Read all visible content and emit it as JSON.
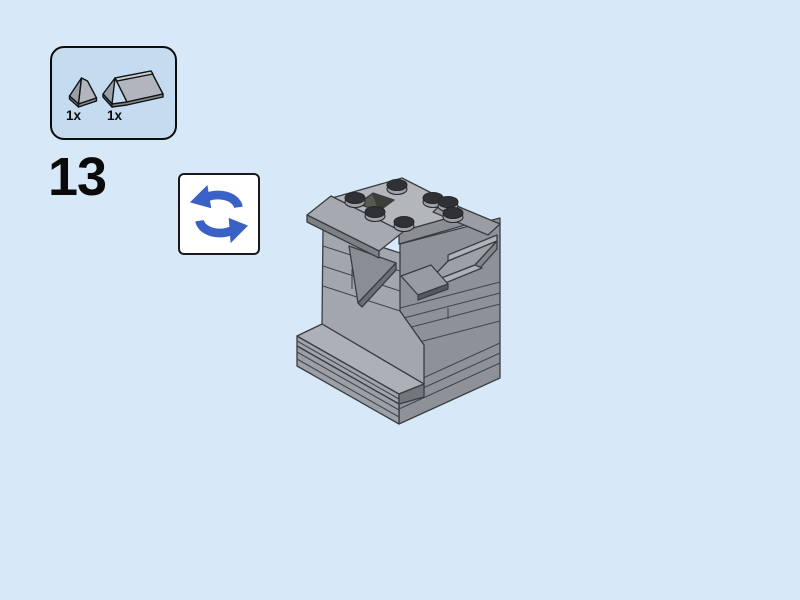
{
  "page": {
    "background_color": "#d7e9f8",
    "type": "lego-building-instruction-step"
  },
  "step": {
    "number": "13"
  },
  "parts_callout": {
    "background_color": "#c4dbf0",
    "border_color": "#0c0c0c",
    "parts": [
      {
        "name": "slope-brick-1x1",
        "quantity_label": "1x",
        "color": "#b2b6bc"
      },
      {
        "name": "slope-brick-1x2",
        "quantity_label": "1x",
        "color": "#b2b6bc"
      }
    ]
  },
  "rotate_indicator": {
    "icon": "rotate-arrows-icon",
    "arrow_color": "#3a62c6",
    "background_color": "#ffffff"
  },
  "model": {
    "description": "Isometric render of a partially built light-grey LEGO model (photocopier-like): studded top plate with dark slot, slope wings on left and right, recessed sloped control panel on the right side, protruding tray ledge on the lower left, stacked base plates at the bottom",
    "colors": {
      "top_faces": "#b3b7bc",
      "left_faces": "#a3a7ad",
      "right_faces": "#8e9298",
      "stud_tops": "#2f3134",
      "slot": "#565a50",
      "outline": "#3a3d40"
    }
  }
}
